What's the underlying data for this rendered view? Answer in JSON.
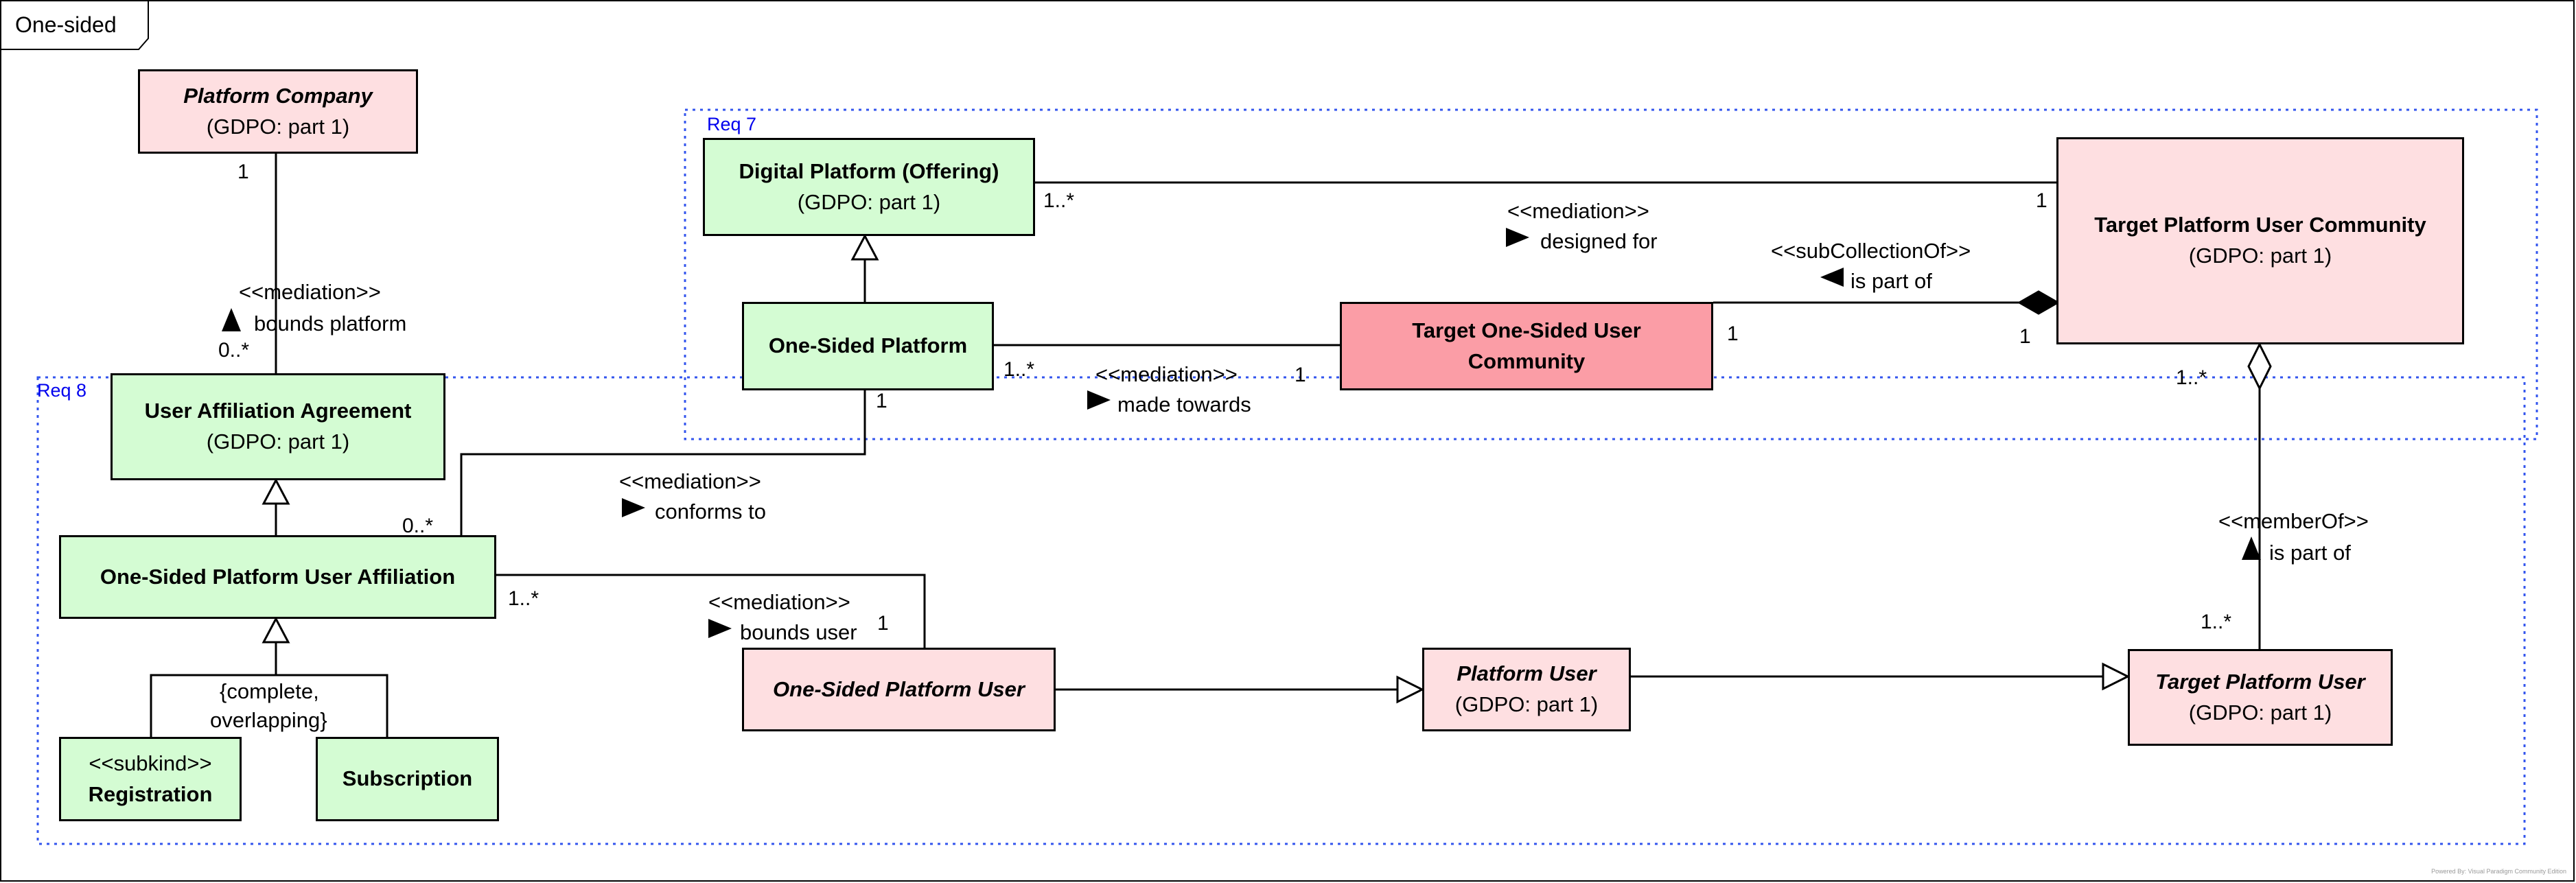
{
  "diagram": {
    "title": "One-sided",
    "footer": "Powered By: Visual Paradigm Community Edition"
  },
  "regions": {
    "req7": "Req 7",
    "req8": "Req 8"
  },
  "classes": {
    "platform_company": {
      "name": "Platform Company",
      "note": "(GDPO: part 1)"
    },
    "digital_platform": {
      "name": "Digital Platform (Offering)",
      "note": "(GDPO: part 1)"
    },
    "target_community": {
      "name": "Target Platform User Community",
      "note": "(GDPO: part 1)"
    },
    "one_sided_platform": {
      "name": "One-Sided Platform"
    },
    "target_one_sided_community": {
      "name": "Target One-Sided User Community"
    },
    "user_affiliation_agreement": {
      "name": "User Affiliation Agreement",
      "note": "(GDPO: part 1)"
    },
    "one_sided_affiliation": {
      "name": "One-Sided Platform User Affiliation"
    },
    "registration": {
      "stereotype": "<<subkind>>",
      "name": "Registration"
    },
    "subscription": {
      "name": "Subscription"
    },
    "one_sided_user": {
      "name": "One-Sided Platform User"
    },
    "platform_user": {
      "name": "Platform User",
      "note": "(GDPO: part 1)"
    },
    "target_platform_user": {
      "name": "Target Platform User",
      "note": "(GDPO: part 1)"
    }
  },
  "associations": {
    "bounds_platform": {
      "stereotype": "<<mediation>>",
      "name": "bounds platform",
      "m_top": "1",
      "m_bottom": "0..*"
    },
    "designed_for": {
      "stereotype": "<<mediation>>",
      "name": "designed for",
      "m_left": "1..*",
      "m_right": "1"
    },
    "sub_collection": {
      "stereotype": "<<subCollectionOf>>",
      "name": "is part of",
      "m_left": "1",
      "m_right": "1"
    },
    "made_towards": {
      "stereotype": "<<mediation>>",
      "name": "made towards",
      "m_left": "1..*",
      "m_right": "1"
    },
    "conforms_to": {
      "stereotype": "<<mediation>>",
      "name": "conforms to",
      "m_top": "1",
      "m_bottom": "0..*"
    },
    "bounds_user": {
      "stereotype": "<<mediation>>",
      "name": "bounds user",
      "m_left": "1..*",
      "m_right": "1"
    },
    "member_of": {
      "stereotype": "<<memberOf>>",
      "name": "is part of",
      "m_top": "1..*",
      "m_bottom": "1..*"
    }
  },
  "generalization_set": {
    "constraint_line1": "{complete,",
    "constraint_line2": "overlapping}"
  }
}
